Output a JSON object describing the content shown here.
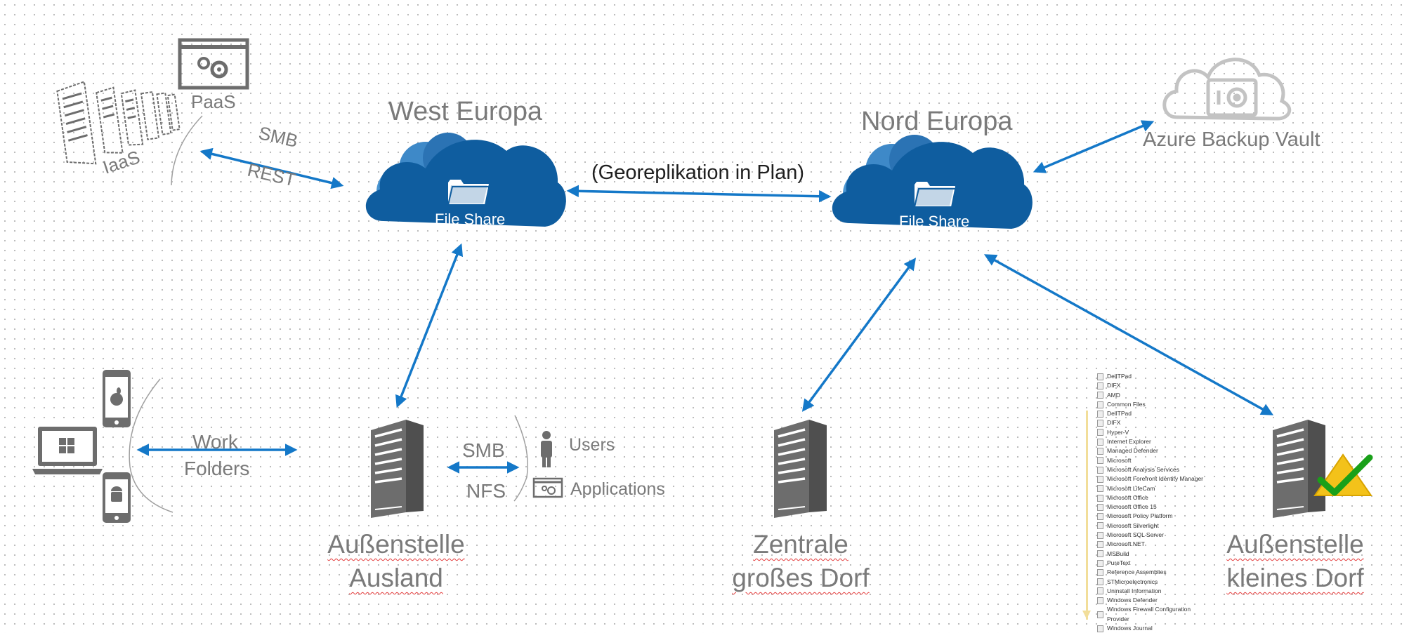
{
  "regions": {
    "west": "West Europa",
    "north": "Nord Europa"
  },
  "shares": {
    "west": "File Share",
    "north": "File Share"
  },
  "backup": "Azure Backup Vault",
  "georeplication": "(Georeplikation in Plan)",
  "cloud_top": {
    "paas": "PaaS",
    "iaas": "IaaS",
    "smb": "SMB",
    "rest": "REST"
  },
  "work_folders": {
    "line1": "Work",
    "line2": "Folders"
  },
  "office_protocols": {
    "smb": "SMB",
    "nfs": "NFS"
  },
  "consumers": {
    "users": "Users",
    "applications": "Applications"
  },
  "sites": {
    "ausland": {
      "line1": "Außenstelle",
      "line2": "Ausland"
    },
    "zentrale": {
      "line1": "Zentrale",
      "line2": "großes Dorf"
    },
    "kleinesdorf": {
      "line1": "Außenstelle",
      "line2": "kleines Dorf"
    }
  },
  "folder_list": [
    "DellTPad",
    "DIFX",
    "AMD",
    "Common Files",
    "DellTPad",
    "DIFX",
    "Hyper-V",
    "Internet Explorer",
    "Managed Defender",
    "Microsoft",
    "Microsoft Analysis Services",
    "Microsoft Forefront Identity Manager",
    "Microsoft LifeCam",
    "Microsoft Office",
    "Microsoft Office 15",
    "Microsoft Policy Platform",
    "Microsoft Silverlight",
    "Microsoft SQL Server",
    "Microsoft.NET",
    "MSBuild",
    "PureText",
    "Reference Assemblies",
    "STMicroelectronics",
    "Uninstall Information",
    "Windows Defender",
    "Windows Firewall Configuration Provider",
    "Windows Journal"
  ],
  "colors": {
    "cloud_dark": "#0f5d9f",
    "cloud_light": "#4a96d2",
    "arrow": "#1478c8",
    "icon_gray": "#6d6d6d"
  }
}
